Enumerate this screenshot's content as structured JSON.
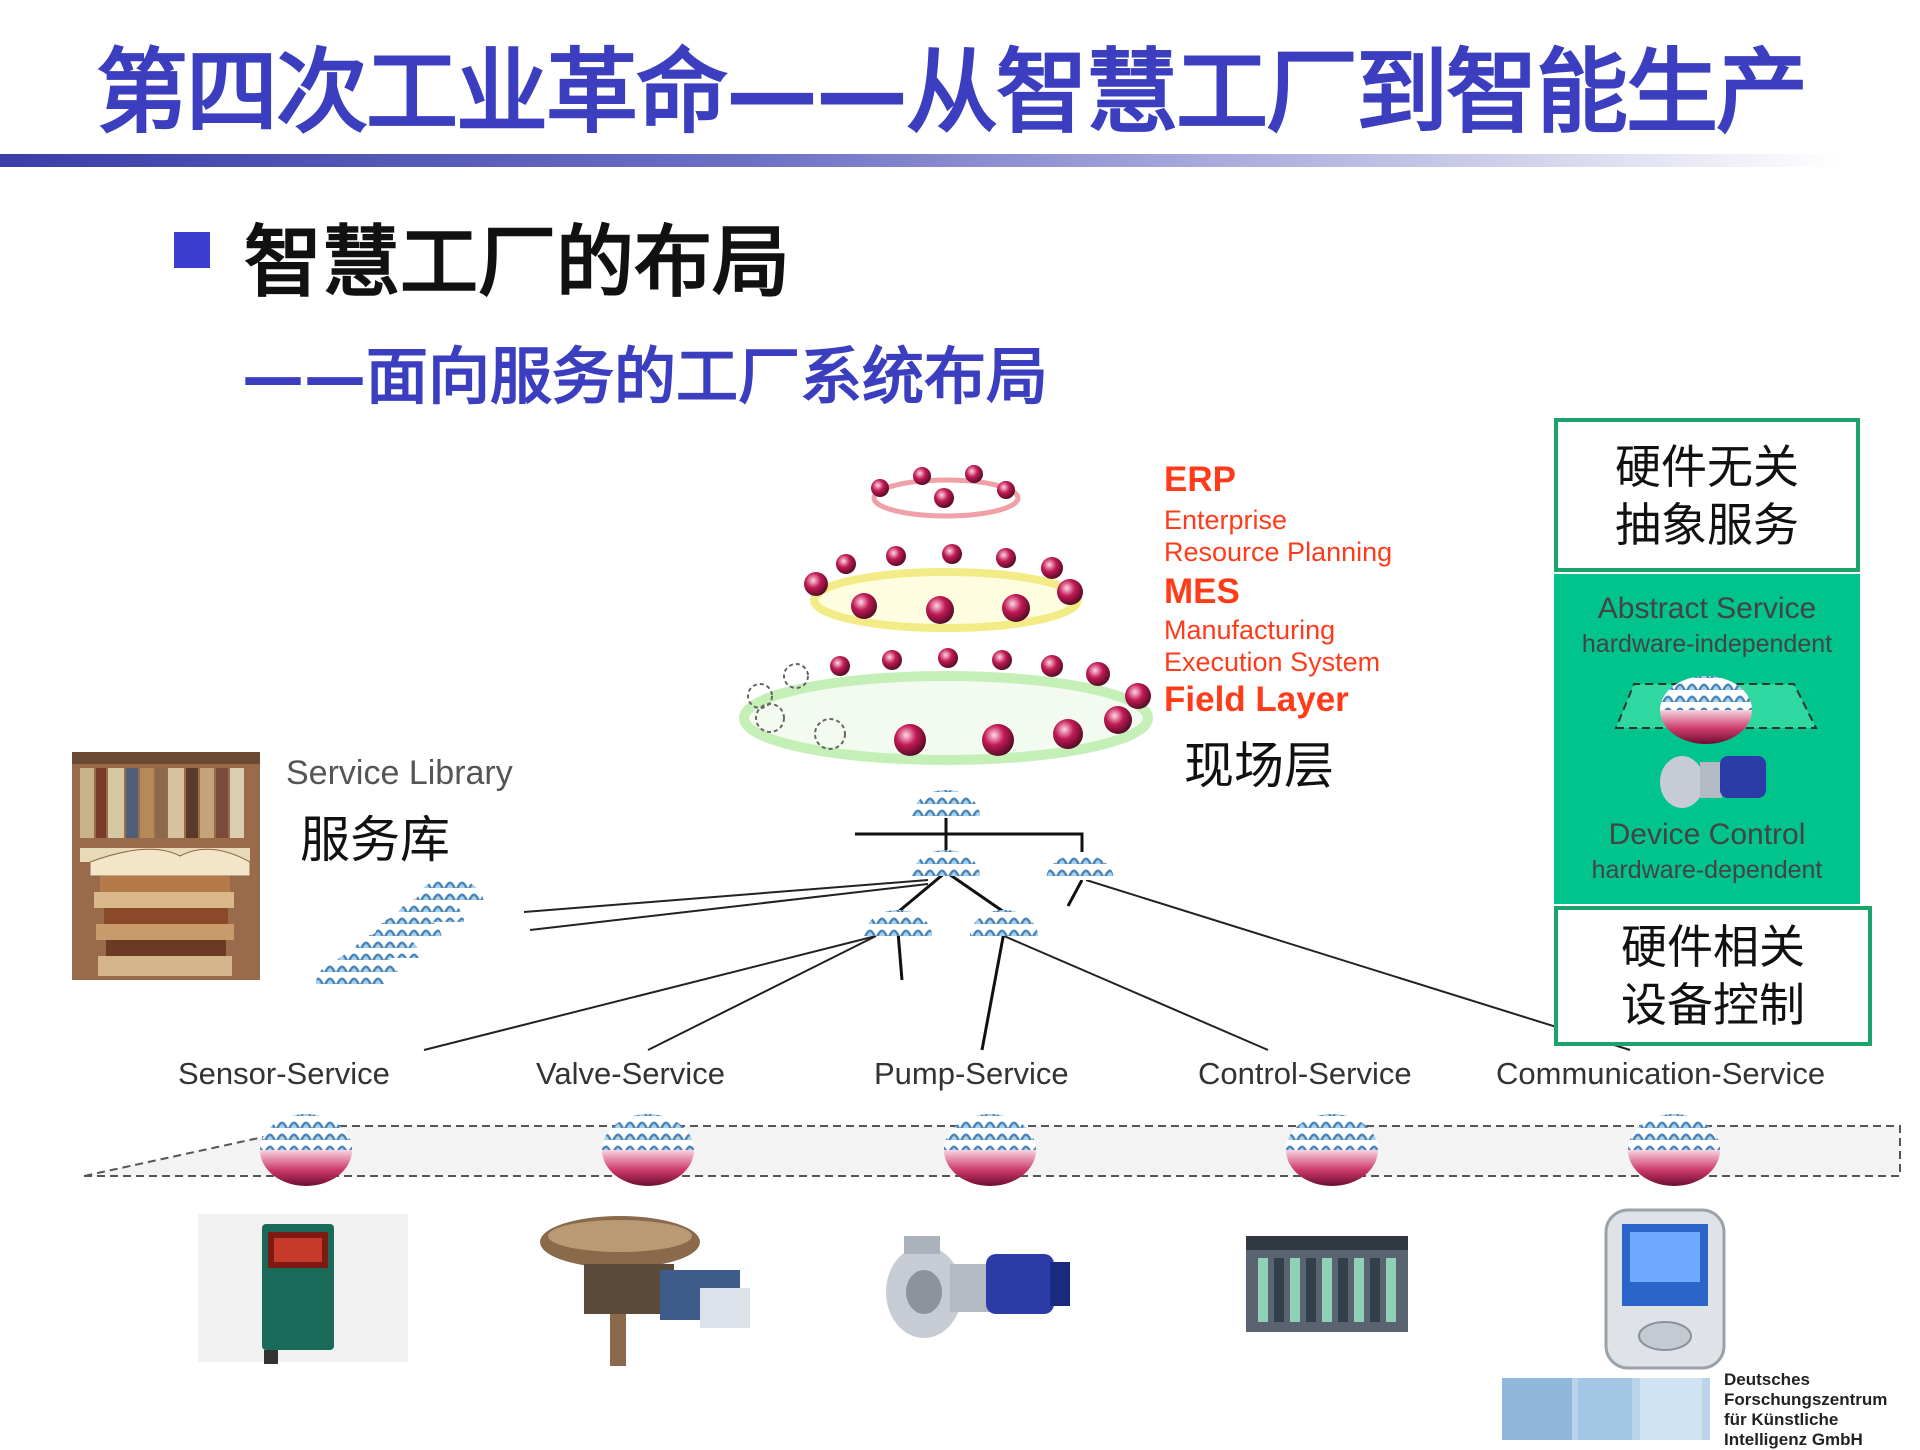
{
  "slide": {
    "title": "第四次工业革命——从智慧工厂到智能生产",
    "heading": "智慧工厂的布局",
    "subheading": "——面向服务的工厂系统布局"
  },
  "layers": [
    {
      "name": "ERP",
      "desc_line1": "Enterprise",
      "desc_line2": "Resource Planning"
    },
    {
      "name": "MES",
      "desc_line1": "Manufacturing",
      "desc_line2": "Execution System"
    },
    {
      "name": "Field Layer",
      "cn": "现场层"
    }
  ],
  "service_library": {
    "en": "Service Library",
    "cn": "服务库"
  },
  "services": [
    "Sensor-Service",
    "Valve-Service",
    "Pump-Service",
    "Control-Service",
    "Communication-Service"
  ],
  "right_panel": {
    "top_box_line1": "硬件无关",
    "top_box_line2": "抽象服务",
    "abstract_en": "Abstract Service",
    "abstract_sub": "hardware-independent",
    "device_en": "Device Control",
    "device_sub": "hardware-dependent",
    "bottom_box_line1": "硬件相关",
    "bottom_box_line2": "设备控制"
  },
  "logo": {
    "line0": "Deutsches",
    "line1": "Forschungszentrum",
    "line2": "für Künstliche",
    "line3": "Intelligenz GmbH"
  },
  "colors": {
    "title_blue": "#3b3fbf",
    "layer_red": "#ff3b1a",
    "panel_green": "#00c48c",
    "box_border": "#1aa36b"
  },
  "icons": [
    "books-image",
    "sensor-device",
    "valve-device",
    "pump-device",
    "plc-controller",
    "pda-device",
    "service-node-sphere"
  ]
}
